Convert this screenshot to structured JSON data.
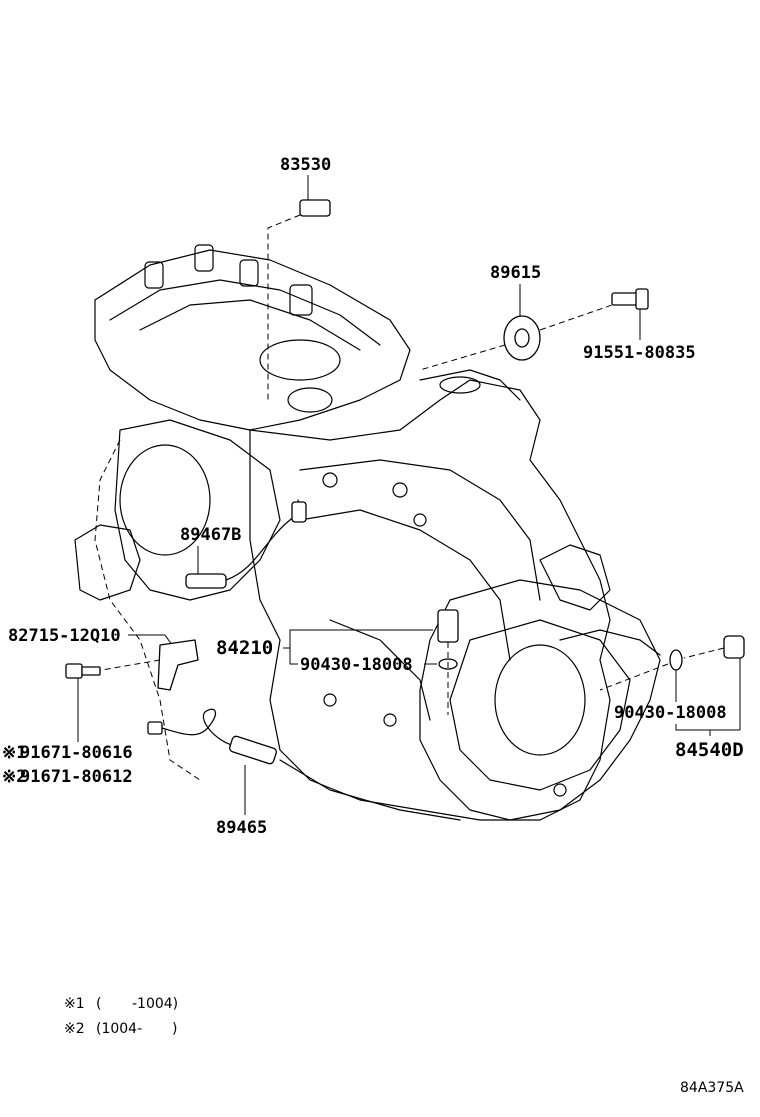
{
  "diagram": {
    "reference_code": "84A375A",
    "parts": {
      "p83530": "83530",
      "p89615": "89615",
      "p91551": "91551-80835",
      "p89467b": "89467B",
      "p82715": "82715-12Q10",
      "p84210": "84210",
      "p90430a": "90430-18008",
      "p90430b": "90430-18008",
      "p84540d": "84540D",
      "p91671a": "91671-80616",
      "p91671b": "91671-80612",
      "p89465": "89465"
    },
    "markers": {
      "m1": "※1",
      "m2": "※2"
    },
    "notes": [
      {
        "mark": "※1",
        "open": "(",
        "range": "-1004)"
      },
      {
        "mark": "※2",
        "open": "(1004-",
        "range": ")"
      }
    ]
  }
}
